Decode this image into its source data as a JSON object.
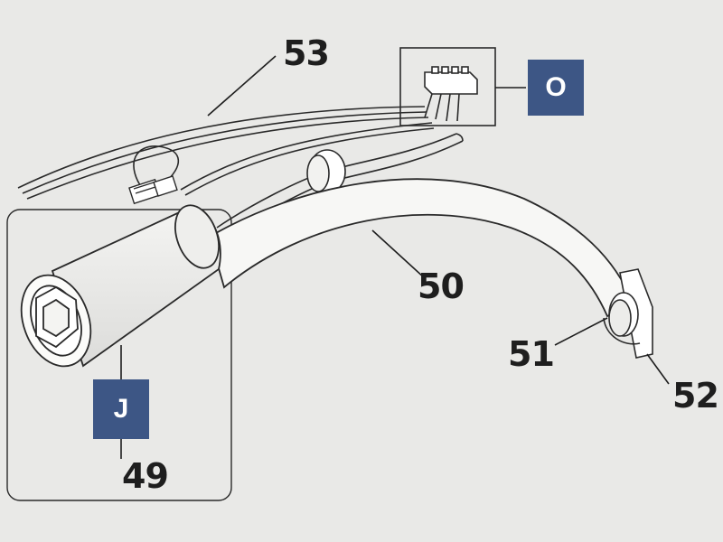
{
  "labels": {
    "part_53": "53",
    "part_50": "50",
    "part_51": "51",
    "part_52": "52",
    "part_49": "49"
  },
  "callouts": {
    "detail_o": "O",
    "detail_j": "J"
  },
  "colors": {
    "paper": "#e9e9e7",
    "ink": "#1e1e1e",
    "callout_bg": "#3d5685",
    "callout_text": "#ffffff"
  }
}
